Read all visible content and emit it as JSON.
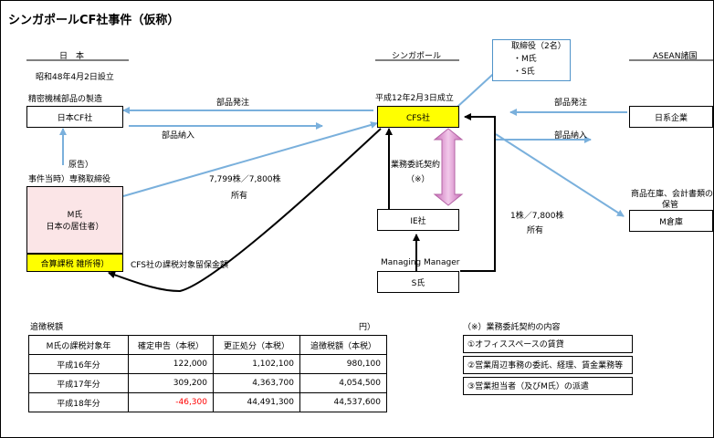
{
  "title": "シンガポールCF社事件（仮称）",
  "headers": {
    "japan": "日　本",
    "singapore": "シンガポール",
    "asean": "ASEAN諸国"
  },
  "japan": {
    "established": "昭和48年4月2日設立",
    "business": "精密機械部品の製造",
    "company": "日本CF社",
    "plaintiff": "原告）",
    "role": "事件当時）専務取締役",
    "person_line1": "M氏",
    "person_line2": "日本の居住者）",
    "tax_label": "合算課税 雑所得）"
  },
  "singapore": {
    "established": "平成12年2月3日成立",
    "company": "CFS社",
    "contract_line1": "業務委託契約",
    "contract_line2": "（※）",
    "ie": "IE社",
    "managing_label": "Managing Manager",
    "s_person": "S氏"
  },
  "directors": {
    "title": "取締役（2名）",
    "items": [
      "・M氏",
      "・S氏"
    ]
  },
  "asean": {
    "company": "日系企業",
    "storage_line1": "商品在庫、会計書類の",
    "storage_line2": "保管",
    "warehouse": "M倉庫"
  },
  "flows": {
    "order_left": "部品発注",
    "delivery_left": "部品納入",
    "order_right": "部品発注",
    "delivery_right": "部品納入",
    "shares_m": "7,799株／7,800株",
    "shares_m_owned": "所有",
    "shares_s": "1株／7,800株",
    "shares_s_owned": "所有",
    "retained": "CFS社の課税対象留保金額"
  },
  "tax_table": {
    "caption": "追徴税額",
    "unit": "円）",
    "headers": [
      "M氏の課税対象年",
      "確定申告（本税）",
      "更正処分（本税）",
      "追徴税額（本税）"
    ],
    "rows": [
      [
        "平成16年分",
        "122,000",
        "1,102,100",
        "980,100"
      ],
      [
        "平成17年分",
        "309,200",
        "4,363,700",
        "4,054,500"
      ],
      [
        "平成18年分",
        "-46,300",
        "44,491,300",
        "44,537,600"
      ]
    ]
  },
  "contract_details": {
    "title": "（※）業務委託契約の内容",
    "items": [
      "①オフィススペースの賃貸",
      "②営業周辺事務の委託、経理、賃金業務等",
      "③営業担当者（及びM氏）の派遣"
    ]
  },
  "colors": {
    "arrow_blue": "#7ab0dc",
    "contract_arrow": "#d68fc8",
    "highlight": "#ffff00",
    "negative": "#ff0000"
  }
}
